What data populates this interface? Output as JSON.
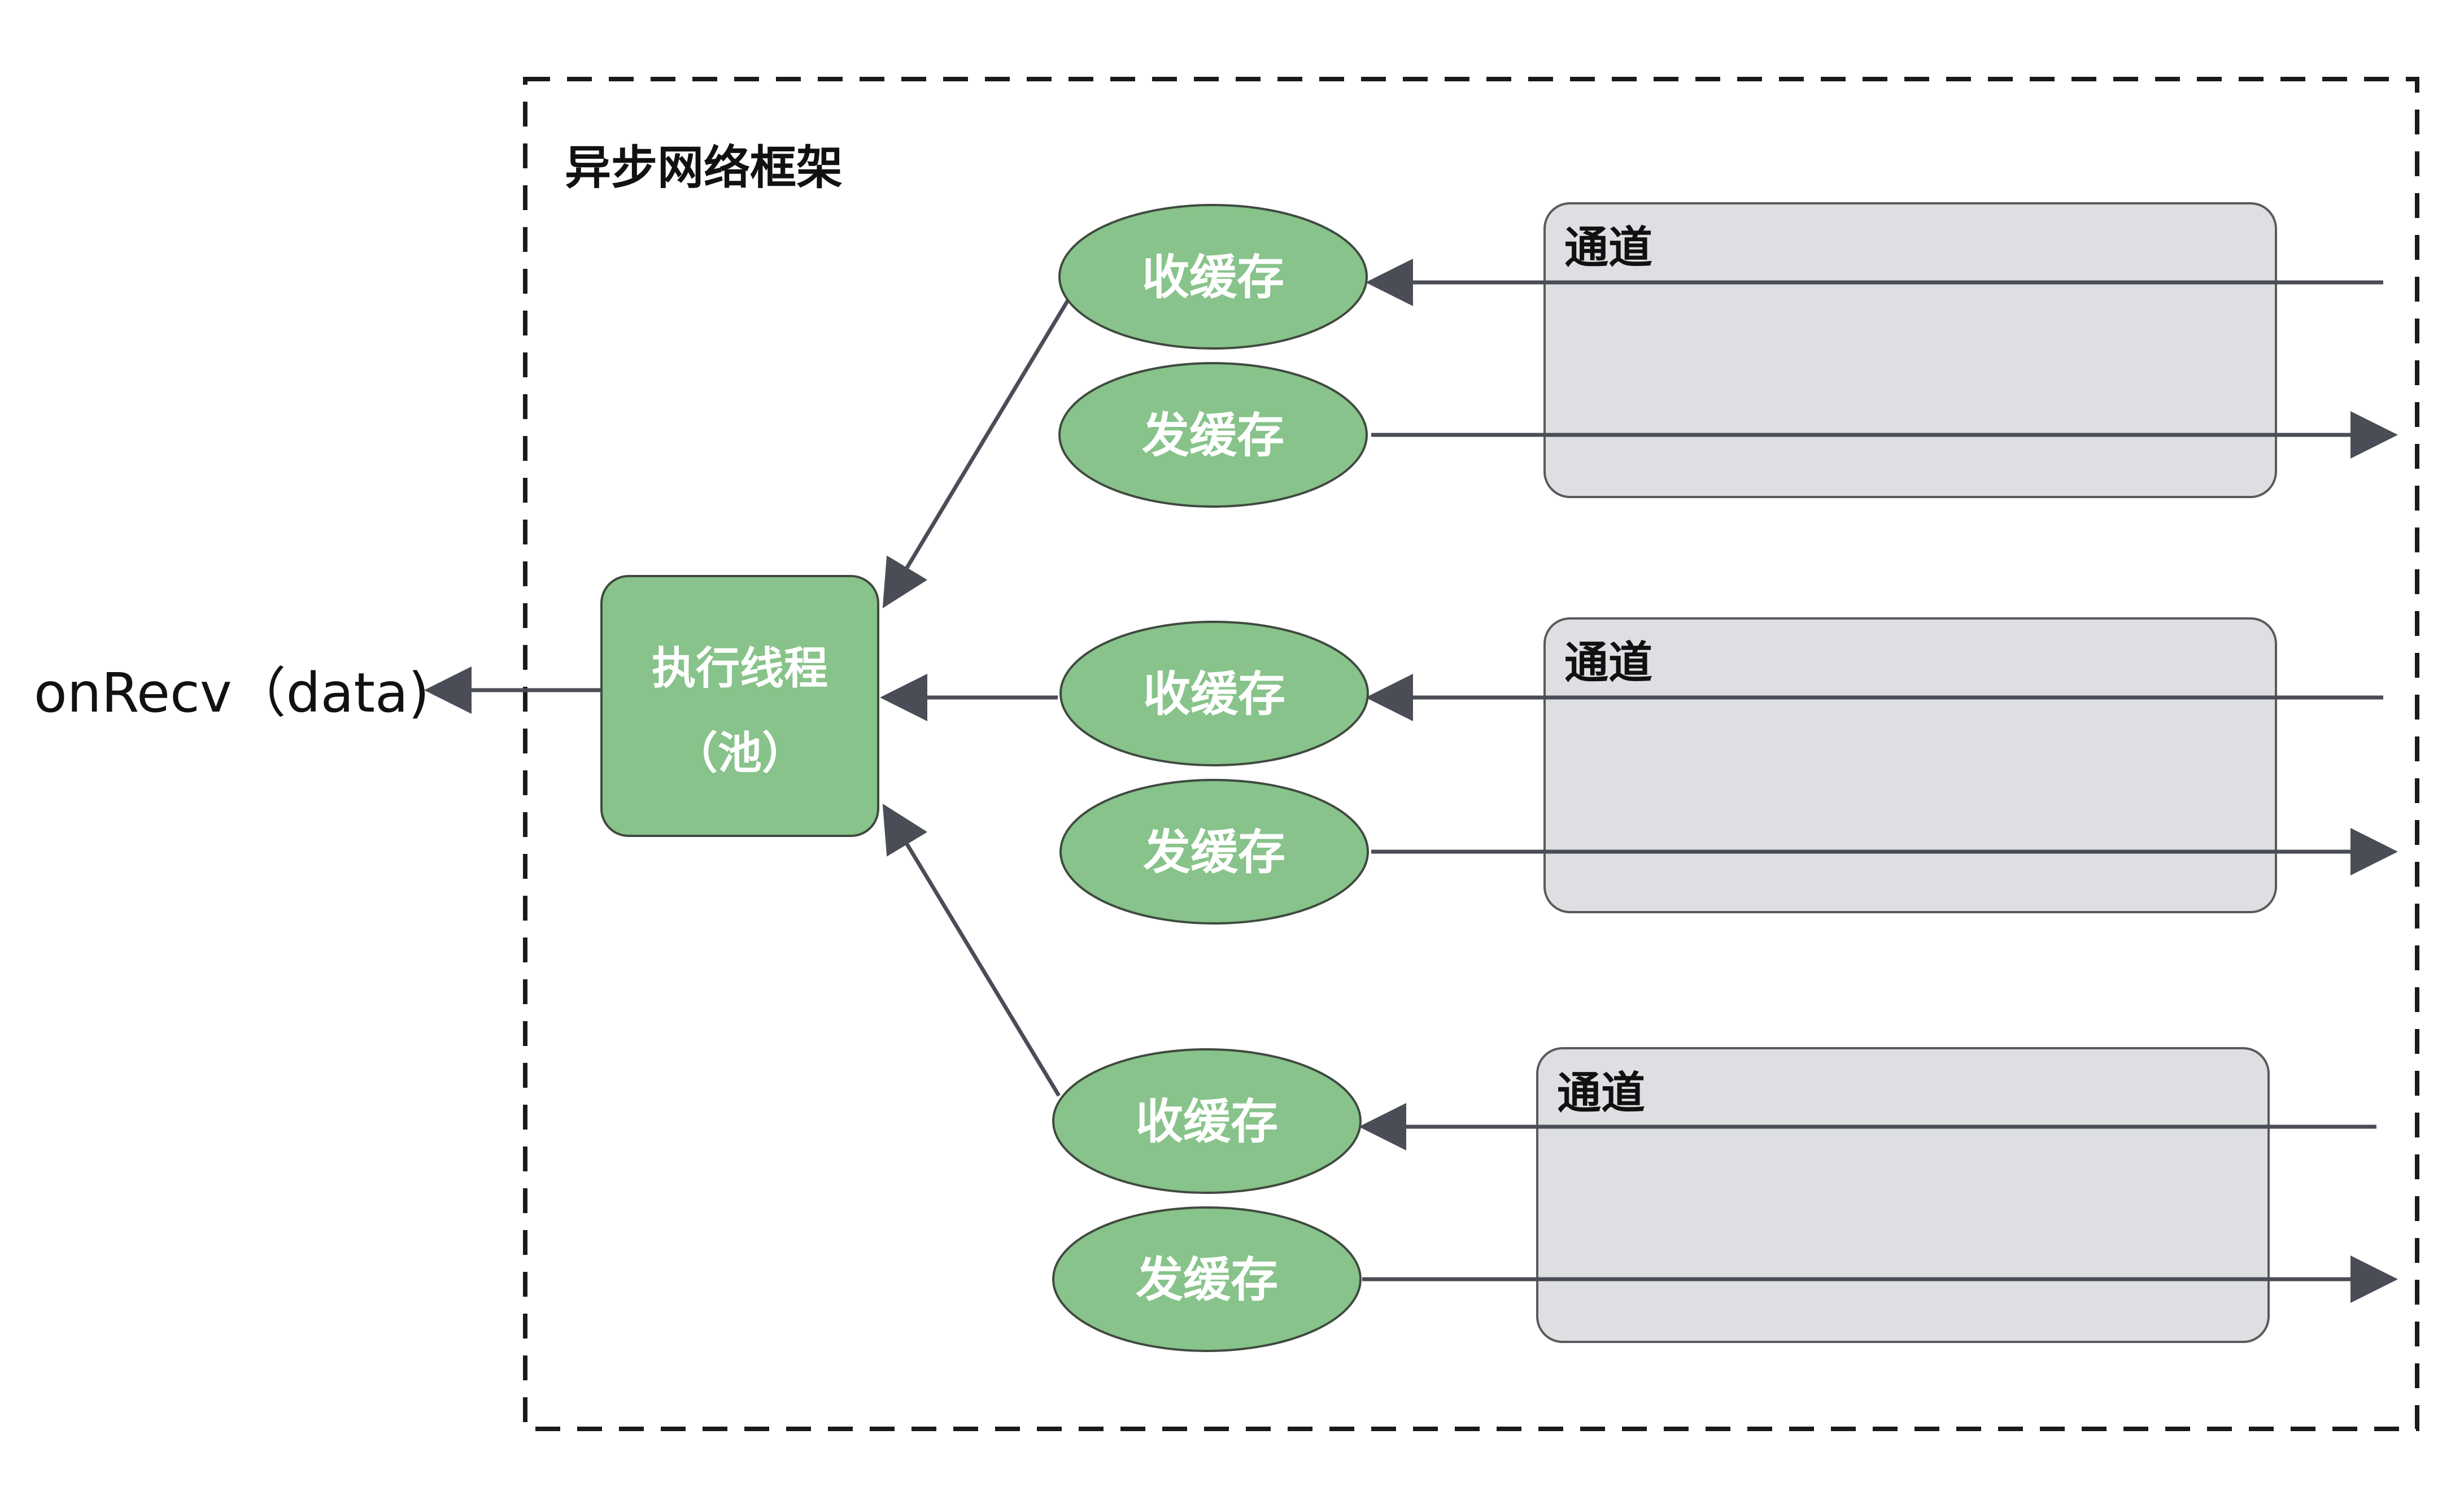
{
  "frame": {
    "title": "异步网络框架"
  },
  "thread_pool": {
    "line1": "执行线程",
    "line2": "（池）"
  },
  "output": {
    "label": "onRecv（data)"
  },
  "channels": [
    {
      "label": "通道",
      "recv_label": "收缓存",
      "send_label": "发缓存"
    },
    {
      "label": "通道",
      "recv_label": "收缓存",
      "send_label": "发缓存"
    },
    {
      "label": "通道",
      "recv_label": "收缓存",
      "send_label": "发缓存"
    }
  ],
  "colors": {
    "node_fill": "#87c38a",
    "node_stroke": "#404a40",
    "channel_fill": "#dedfe3",
    "channel_stroke": "#5a5a5a",
    "arrow": "#4a4d55",
    "frame": "#1a1a1a"
  }
}
